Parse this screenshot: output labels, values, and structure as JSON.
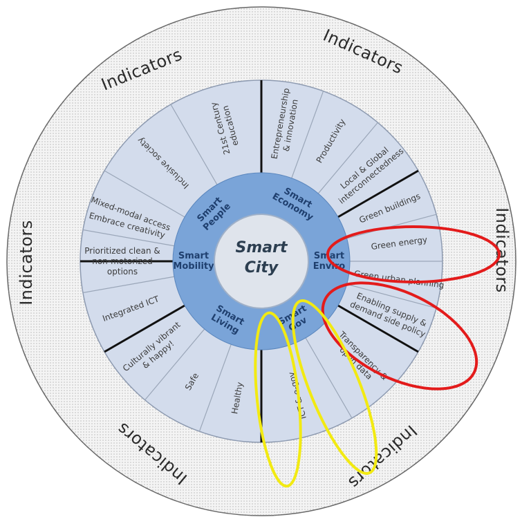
{
  "center": {
    "line1": "Smart",
    "line2": "City"
  },
  "indicator_label": "Indicators",
  "domains": [
    {
      "line1": "Smart",
      "line2": "People",
      "start": -90,
      "end": 0,
      "subs": [
        {
          "lines": [
            "Embrace creativity"
          ]
        },
        {
          "lines": [
            "Inclusive society"
          ]
        },
        {
          "lines": [
            "21st Century",
            "education"
          ]
        }
      ]
    },
    {
      "line1": "Smart",
      "line2": "Economy",
      "start": 0,
      "end": 60,
      "subs": [
        {
          "lines": [
            "Entrepreneurship",
            "& innovation"
          ]
        },
        {
          "lines": [
            "Productivity"
          ]
        },
        {
          "lines": [
            "Local & Global",
            "interconnectedness"
          ]
        }
      ]
    },
    {
      "line1": "Smart",
      "line2": "Enviro",
      "start": 60,
      "end": 120,
      "subs": [
        {
          "lines": [
            "Green buildings"
          ]
        },
        {
          "lines": [
            "Green energy"
          ]
        },
        {
          "lines": [
            "Green urban planning"
          ]
        },
        {
          "lines": [
            "Enabling supply &",
            "demand side policy"
          ]
        }
      ]
    },
    {
      "line1": "Smart",
      "line2": "Gov",
      "start": 120,
      "end": 180,
      "subs": [
        {
          "lines": [
            "Transparency &",
            "open data"
          ]
        },
        {
          "lines": [
            "ICT & e-gov"
          ]
        }
      ]
    },
    {
      "line1": "Smart",
      "line2": "Living",
      "start": 180,
      "end": 240,
      "subs": [
        {
          "lines": [
            "Healthy"
          ]
        },
        {
          "lines": [
            "Safe"
          ]
        },
        {
          "lines": [
            "Culturally vibrant",
            "& happy!"
          ]
        }
      ]
    },
    {
      "line1": "Smart",
      "line2": "Mobility",
      "start": 240,
      "end": 300,
      "subs": [
        {
          "lines": [
            "Integrated ICT"
          ]
        },
        {
          "lines": [
            "Prioritized clean &",
            "non-motorized",
            "options"
          ]
        },
        {
          "lines": [
            "Mixed-modal access"
          ]
        }
      ]
    }
  ],
  "highlights": [
    {
      "color": "#e31b1b",
      "marks": [
        "Green energy"
      ]
    },
    {
      "color": "#e31b1b",
      "marks": [
        "Green urban planning",
        "Enabling supply & demand side policy"
      ]
    },
    {
      "color": "#f2ea12",
      "marks": [
        "ICT & e-gov"
      ]
    },
    {
      "color": "#f2ea12",
      "marks": [
        "Transparency & open data"
      ]
    }
  ],
  "colors": {
    "outer_ring": "#f4f4f4",
    "sector_fill": "#d3dcec",
    "domain_ring": "#7aa4d8",
    "center_fill": "#dfe4ec",
    "divider_major": "#111111",
    "divider_minor": "#9aa6b8"
  }
}
